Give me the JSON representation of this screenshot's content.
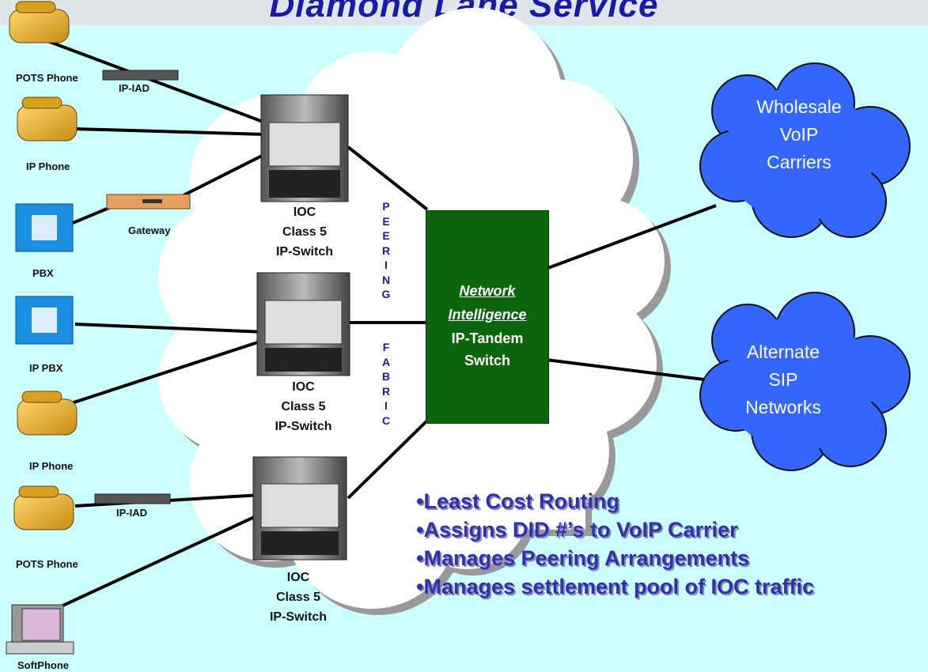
{
  "title": "Diamond Lane Service",
  "endpoints": {
    "pots_phone_top": "POTS Phone",
    "ip_iad_top": "IP-IAD",
    "ip_phone_top": "IP Phone",
    "gateway": "Gateway",
    "pbx": "PBX",
    "ip_pbx": "IP PBX",
    "ip_phone_bottom": "IP Phone",
    "ip_iad_bottom": "IP-IAD",
    "pots_phone_bottom": "POTS Phone",
    "softphone": "SoftPhone"
  },
  "switches": [
    {
      "line1": "IOC",
      "line2": "Class 5",
      "line3": "IP-Switch"
    },
    {
      "line1": "IOC",
      "line2": "Class 5",
      "line3": "IP-Switch"
    },
    {
      "line1": "IOC",
      "line2": "Class 5",
      "line3": "IP-Switch"
    }
  ],
  "peering_letters": [
    "P",
    "E",
    "E",
    "R",
    "I",
    "N",
    "G"
  ],
  "fabric_letters": [
    "F",
    "A",
    "B",
    "R",
    "I",
    "C"
  ],
  "tandem": {
    "line1": "Network",
    "line2": "Intelligence",
    "line3": "IP-Tandem",
    "line4": "Switch"
  },
  "clouds": [
    {
      "line1": "Wholesale",
      "line2": "VoIP",
      "line3": "Carriers"
    },
    {
      "line1": "Alternate",
      "line2": "SIP",
      "line3": "Networks"
    }
  ],
  "bullets": [
    "•Least Cost Routing",
    "•Assigns DID #’s to VoIP Carrier",
    "•Manages Peering Arrangements",
    "•Manages settlement pool of IOC traffic"
  ]
}
